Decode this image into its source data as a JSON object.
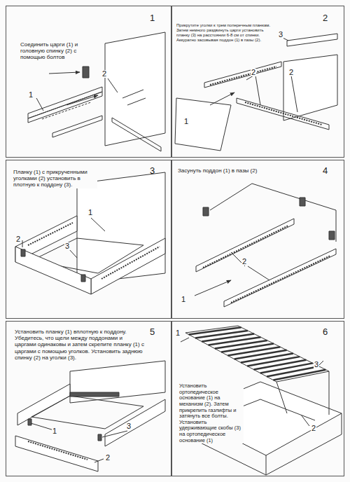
{
  "diagram": {
    "nodes": [
      {
        "text": [
          "1",
          "Соединить царги (1) и головную спинку (2) с помощью болтов"
        ]
      },
      {
        "text": [
          "2",
          "Прикрутите уголки к трем поперечным планкам. Затем немного раздвинуть царги установить планку (3) на расстоянии 6-8 см от спинки. Аккуратно засовывая поддон (1) в пазы (2)."
        ]
      },
      {
        "text": [
          "3",
          "Планку (1) с прикрученными уголками (2) установить в плотную к поддону (3)."
        ]
      },
      {
        "text": [
          "4",
          "Засунуть поддон (1) в пазы (2)"
        ]
      },
      {
        "text": [
          "5",
          "Установить планку (1) вплотную к поддону. Убедитесь, что щели между поддонами и царгами одинаковы и затем скрепите планку (1) с царгами с помощью уголков. Установить заднюю спинку (2) на уголки (3)."
        ]
      },
      {
        "text": [
          "6",
          "Установить ортопедическое основание (1) на механизм (2). Затем прикрепить газлифты и затянуть все болты. Установить удерживающие скобы (3) на ортопедическое основание (1)"
        ]
      }
    ],
    "labels": [
      "2",
      "1",
      "3",
      "2",
      "2",
      "1",
      "1",
      "2",
      "3",
      "2",
      "1",
      "1",
      "3",
      "2",
      "1",
      "3",
      "2"
    ]
  }
}
